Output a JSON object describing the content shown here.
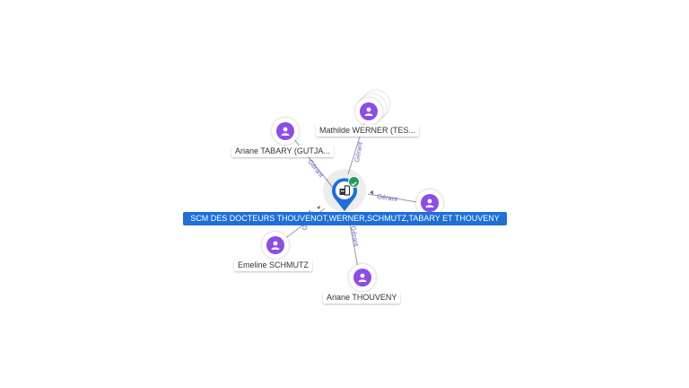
{
  "company": {
    "name": "SCM DES DOCTEURS THOUVENOT,WERNER,SCHMUTZ,TABARY ET THOUVENY",
    "marker_color": "#1e6fd9",
    "verified_badge_color": "#1f9e5a",
    "icon": "building-icon"
  },
  "people": [
    {
      "name": "Ariane TABARY (GUTJA..."
    },
    {
      "name": "Mathilde WERNER (TES..."
    },
    {
      "name": ""
    },
    {
      "name": "Emeline SCHMUTZ"
    },
    {
      "name": "Ariane THOUVENY"
    }
  ],
  "edges": [
    {
      "label": "Gérant"
    },
    {
      "label": "Gérant"
    },
    {
      "label": "Gérant"
    },
    {
      "label": "Gérant"
    },
    {
      "label": "Gérant"
    }
  ],
  "colors": {
    "person_icon": "#8c4de6",
    "edge": "#9a9ab0",
    "edge_label": "#6b62c9"
  }
}
